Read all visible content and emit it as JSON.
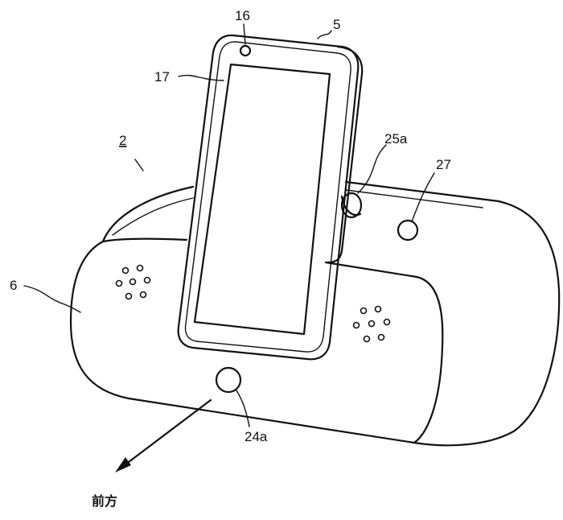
{
  "figure": {
    "labels": {
      "phone_camera": "16",
      "phone": "5",
      "phone_screen": "17",
      "device": "2",
      "rear_button": "25a",
      "top_button": "27",
      "base": "6",
      "front_button": "24a",
      "direction": "前方"
    },
    "line_color": "#111111",
    "background": "#ffffff"
  }
}
